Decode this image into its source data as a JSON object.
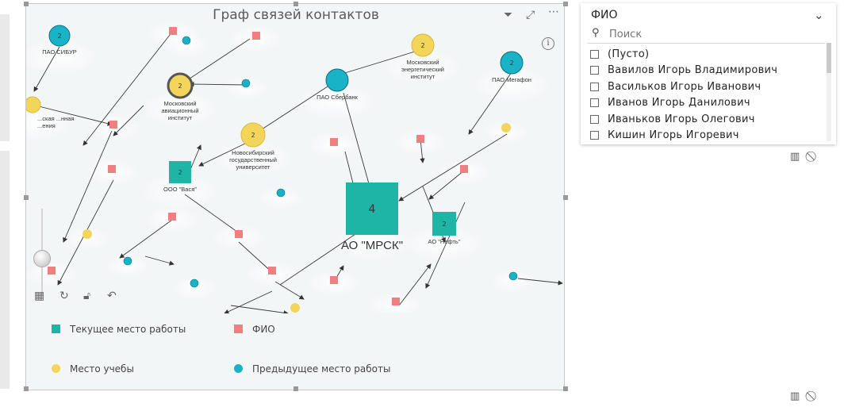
{
  "visual": {
    "title": "Граф связей контактов",
    "icons": [
      "filter-icon",
      "focus-mode-icon",
      "more-options-icon"
    ]
  },
  "graph": {
    "nodes": [
      {
        "id": "sibur",
        "label": "ПАО СИБУР",
        "type": "prev",
        "count": "2"
      },
      {
        "id": "mai",
        "label": "Московский авиационный институт",
        "type": "study",
        "count": "2"
      },
      {
        "id": "sber",
        "label": "ПАО Сбербанк",
        "type": "prev",
        "count": ""
      },
      {
        "id": "mei",
        "label": "Московский энергетический институт",
        "type": "study",
        "count": "2"
      },
      {
        "id": "megafon",
        "label": "ПАО Мегафон",
        "type": "prev",
        "count": "2"
      },
      {
        "id": "left_study",
        "label": "...ская ...нная ...ения",
        "type": "study",
        "count": ""
      },
      {
        "id": "ngu",
        "label": "Новосибирский государственный университет",
        "type": "study",
        "count": "2"
      },
      {
        "id": "vasya",
        "label": "ООО \"Вася\"",
        "type": "work",
        "count": "2"
      },
      {
        "id": "mrsk",
        "label": "АО \"МРСК\"",
        "type": "work",
        "count": "4"
      },
      {
        "id": "neft",
        "label": "АО \"Нефть\"",
        "type": "work",
        "count": "2"
      }
    ]
  },
  "legend": [
    {
      "label": "Текущее место работы",
      "color": "#1eb5a6",
      "shape": "square"
    },
    {
      "label": "ФИО",
      "color": "#f08080",
      "shape": "square"
    },
    {
      "label": "Место учебы",
      "color": "#f2d55a",
      "shape": "circle"
    },
    {
      "label": "Предыдущее место работы",
      "color": "#19b3c8",
      "shape": "circle"
    }
  ],
  "slicer": {
    "title": "ФИО",
    "search_placeholder": "Поиск",
    "items": [
      "(Пусто)",
      "Вавилов Игорь Владимирович",
      "Васильков Игорь Иванович",
      "Иванов Игорь Данилович",
      "Иваньков Игорь Олегович",
      "Кишин Игорь Игоревич"
    ]
  },
  "colors": {
    "work": "#1eb5a6",
    "person": "#f08080",
    "study": "#f2d55a",
    "prev": "#19b3c8"
  }
}
